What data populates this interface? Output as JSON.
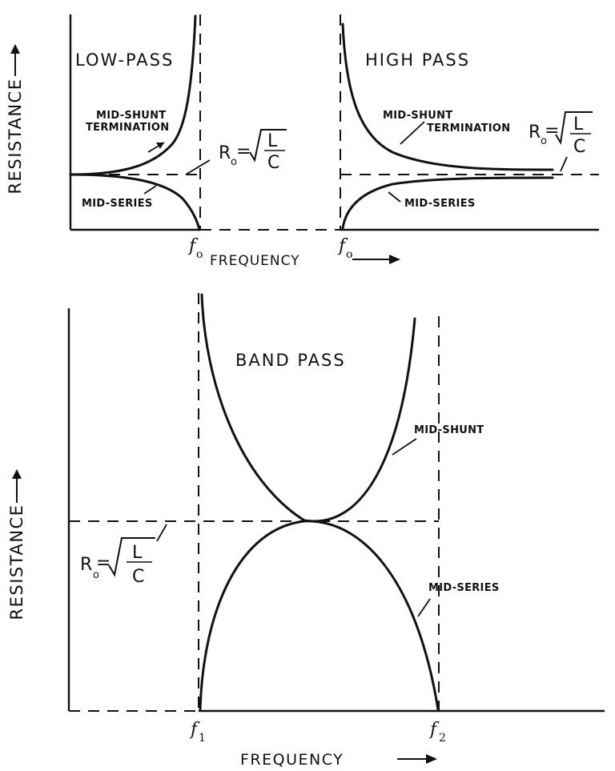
{
  "top_left": {
    "title": "LOW-PASS",
    "y_axis_label": "RESISTANCE",
    "curve_upper_label_1": "MID-SHUNT",
    "curve_upper_label_2": "TERMINATION",
    "curve_lower_label": "MID-SERIES",
    "formula_r": "R",
    "formula_r_sub": "o",
    "formula_eq": "=",
    "formula_num": "L",
    "formula_den": "C",
    "cutoff_label": "f",
    "cutoff_sub": "o"
  },
  "top_right": {
    "title": "HIGH PASS",
    "curve_upper_label_1": "MID-SHUNT",
    "curve_upper_label_2": "TERMINATION",
    "curve_lower_label": "MID-SERIES",
    "formula_r": "R",
    "formula_r_sub": "o",
    "formula_eq": "=",
    "formula_num": "L",
    "formula_den": "C",
    "cutoff_label": "f",
    "cutoff_sub": "o"
  },
  "top_x_axis_label": "FREQUENCY",
  "bottom": {
    "title": "BAND PASS",
    "y_axis_label": "RESISTANCE",
    "x_axis_label": "FREQUENCY",
    "curve_upper_label": "MID-SHUNT",
    "curve_lower_label": "MID-SERIES",
    "formula_r": "R",
    "formula_r_sub": "o",
    "formula_eq": "=",
    "formula_num": "L",
    "formula_den": "C",
    "cutoff_1_label": "f",
    "cutoff_1_sub": "1",
    "cutoff_2_label": "f",
    "cutoff_2_sub": "2"
  },
  "icons": {
    "axis_arrow": "arrow-right-icon",
    "sqrt": "square-root-icon"
  },
  "colors": {
    "ink": "#111111",
    "paper": "#ffffff"
  }
}
